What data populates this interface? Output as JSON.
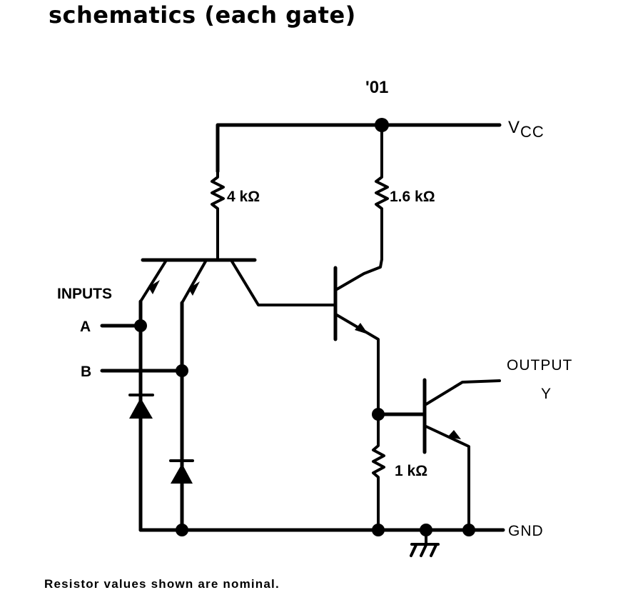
{
  "title": "schematics (each gate)",
  "device": "'01",
  "labels": {
    "vcc_main": "V",
    "vcc_sub": "CC",
    "gnd": "GND",
    "inputs": "INPUTS",
    "input_a": "A",
    "input_b": "B",
    "output": "OUTPUT",
    "output_y": "Y"
  },
  "resistors": [
    {
      "id": "r1",
      "value": "4 kΩ"
    },
    {
      "id": "r2",
      "value": "1.6 kΩ"
    },
    {
      "id": "r3",
      "value": "1 kΩ"
    }
  ],
  "footnote": "Resistor values shown are nominal."
}
